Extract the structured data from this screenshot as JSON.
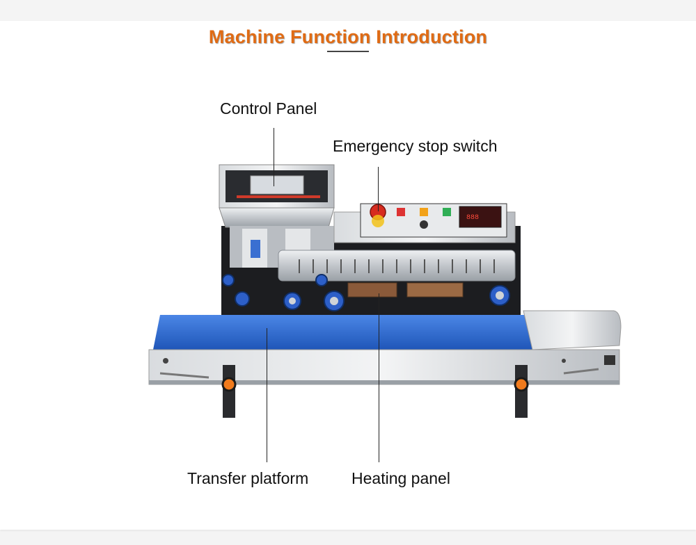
{
  "title": "Machine Function Introduction",
  "labels": {
    "control_panel": "Control Panel",
    "emergency_stop": "Emergency stop switch",
    "transfer_platform": "Transfer platform",
    "heating_panel": "Heating panel"
  },
  "colors": {
    "title": "#e06b14",
    "conveyor_belt": "#2f6fd6",
    "steel": "#c9ccd0",
    "emergency_button": "#d62b1f",
    "knob_accent": "#f07a1c"
  },
  "icons": [
    "control-screen",
    "emergency-stop-button",
    "indicator-lights",
    "temperature-display",
    "conveyor-belt",
    "adjustment-knob"
  ]
}
